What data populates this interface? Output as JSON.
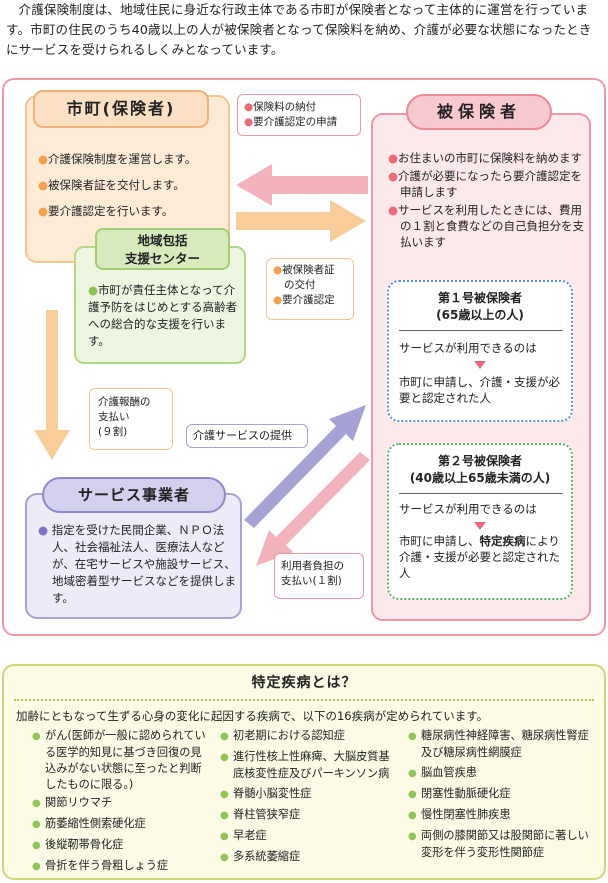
{
  "intro": "介護保険制度は、地域住民に身近な行政主体である市町が保険者となって主体的に運営を行っています。市町の住民のうち40歳以上の人が被保険者となって保険料を納め、介護が必要な状態になったときにサービスを受けられるしくみとなっています。",
  "municipality": {
    "title": "市町(保険者)",
    "items": [
      "介護保険制度を運営します。",
      "被保険者証を交付します。",
      "要介護認定を行います。"
    ]
  },
  "center": {
    "title_line1": "地域包括",
    "title_line2": "支援センター",
    "text": "市町が責任主体となって介護予防をはじめとする高齢者への総合的な支援を行います。"
  },
  "insured": {
    "title": "被保険者",
    "items": [
      "お住まいの市町に保険料を納めます",
      "介護が必要になったら要介護認定を申請します",
      "サービスを利用したときには、費用の１割と食費などの自己負担分を支払います"
    ],
    "type1": {
      "title_line1": "第１号被保険者",
      "title_line2": "(65歳以上の人)",
      "avail": "サービスが利用できるのは",
      "condition": "市町に申請し、介護・支援が必要と認定された人"
    },
    "type2": {
      "title_line1": "第２号被保険者",
      "title_line2": "(40歳以上65歳未満の人)",
      "avail": "サービスが利用できるのは",
      "condition_pre": "市町に申請し、",
      "condition_bold": "特定疾病",
      "condition_post": "により介護・支援が必要と認定された人"
    }
  },
  "service": {
    "title": "サービス事業者",
    "text": "指定を受けた民間企業、ＮＰＯ法人、社会福祉法人、医療法人などが、在宅サービスや施設サービス、地域密着型サービスなどを提供します。"
  },
  "labels": {
    "premium_line1": "保険料の納付",
    "premium_line2": "要介護認定の申請",
    "card_line1": "被保険者証",
    "card_line2": "の交付",
    "card_line3": "要介護認定",
    "fee_line1": "介護報酬の",
    "fee_line2": "支払い",
    "fee_line3": "(９割)",
    "provide": "介護サービスの提供",
    "copay_line1": "利用者負担の",
    "copay_line2": "支払い(１割)"
  },
  "disease": {
    "title": "特定疾病とは？",
    "intro": "加齢にともなって生ずる心身の変化に起因する疾病で、以下の16疾病が定められています。",
    "col1": [
      "がん(医師が一般に認められている医学的知見に基づき回復の見込みがない状態に至ったと判断したものに限る。)",
      "関節リウマチ",
      "筋萎縮性側索硬化症",
      "後縦靭帯骨化症",
      "骨折を伴う骨粗しょう症"
    ],
    "col2": [
      "初老期における認知症",
      "進行性核上性麻痺、大脳皮質基底核変性症及びパーキンソン病",
      "脊髄小脳変性症",
      "脊柱管狭窄症",
      "早老症",
      "多系統萎縮症"
    ],
    "col3": [
      "糖尿病性神経障害、糖尿病性腎症及び糖尿病性網膜症",
      "脳血管疾患",
      "閉塞性動脈硬化症",
      "慢性閉塞性肺疾患",
      "両側の膝関節又は股関節に著しい変形を伴う変形性関節症"
    ]
  },
  "colors": {
    "pink": "#ee98a6",
    "orange": "#f6c48e",
    "green": "#a3cd74",
    "purple": "#a7a2d6",
    "blue": "#5b8fd0"
  }
}
